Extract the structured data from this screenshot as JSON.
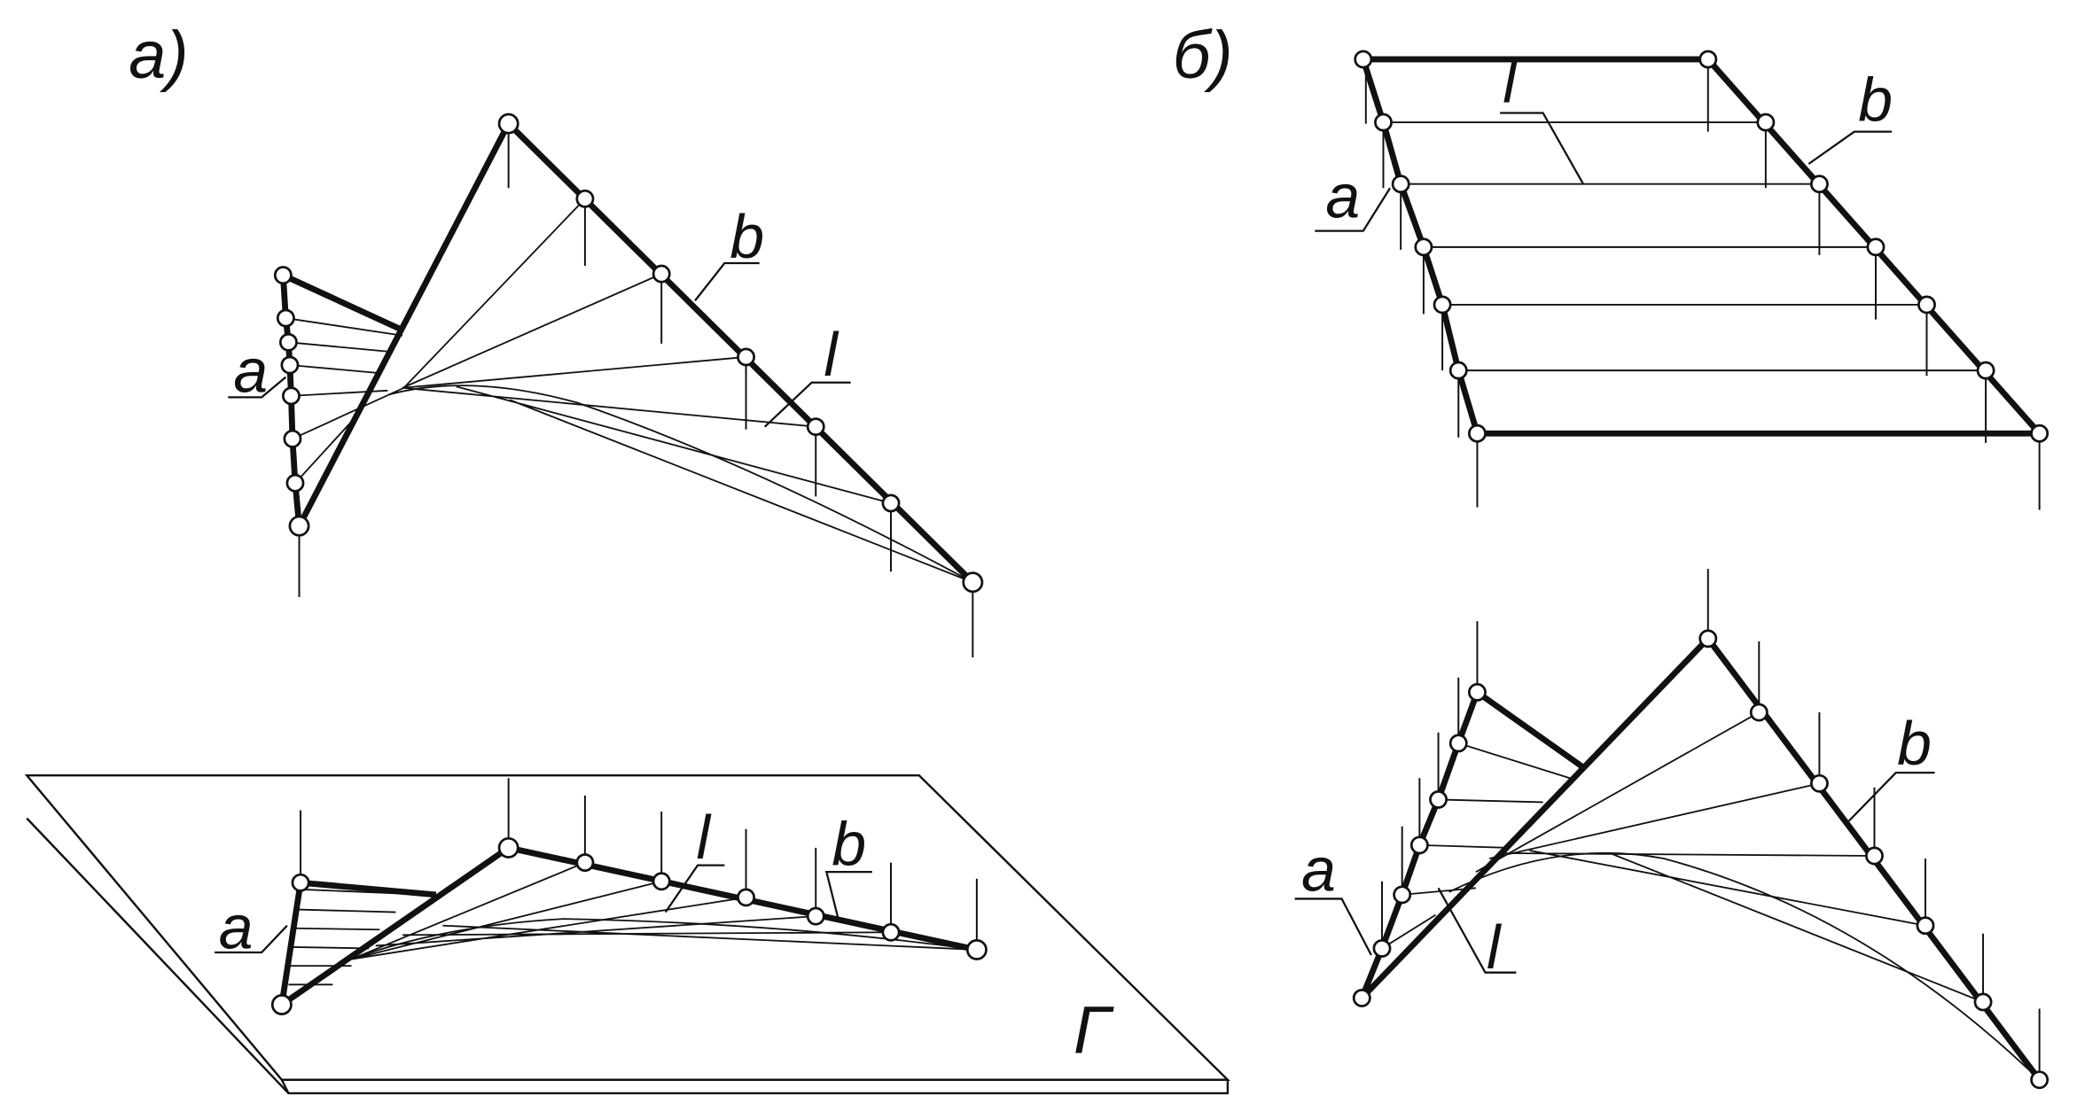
{
  "panels": {
    "a": {
      "title": "а)",
      "labels": {
        "a": "a",
        "b": "b",
        "l": "l"
      },
      "projection_labels": {
        "a": "a",
        "b": "b",
        "l": "l"
      },
      "plane_label": "Г"
    },
    "b": {
      "title": "б)",
      "top_labels": {
        "a": "a",
        "b": "b",
        "l": "l"
      },
      "bottom_labels": {
        "a": "a",
        "b": "b",
        "l": "l"
      }
    }
  },
  "colors": {
    "line": "#111111",
    "background": "#ffffff",
    "node_fill": "#ffffff"
  }
}
